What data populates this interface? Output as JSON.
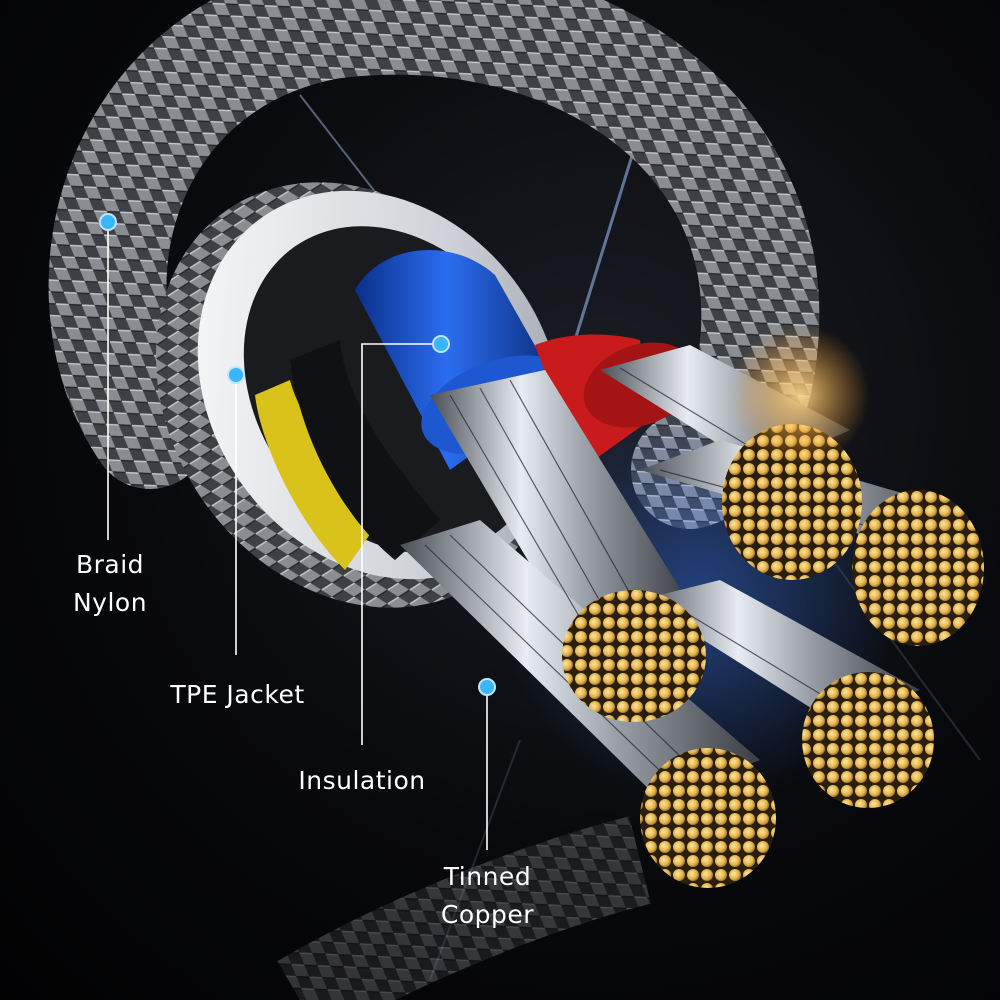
{
  "callouts": {
    "braid": {
      "line1": "Braid",
      "line2": "Nylon"
    },
    "tpe": {
      "text": "TPE Jacket"
    },
    "insulation": {
      "text": "Insulation"
    },
    "copper": {
      "line1": "Tinned",
      "line2": "Copper"
    }
  },
  "colors": {
    "background": "#050608",
    "callout_dot": "#39b6ff",
    "callout_line": "#ffffff",
    "braid": "#6b6e73",
    "jacket": "#e6e8ea",
    "insulation_blue": "#1f5fd6",
    "insulation_red": "#c91b1b",
    "insulation_yellow": "#d9c21a",
    "copper_tips": "#e2b24a"
  }
}
